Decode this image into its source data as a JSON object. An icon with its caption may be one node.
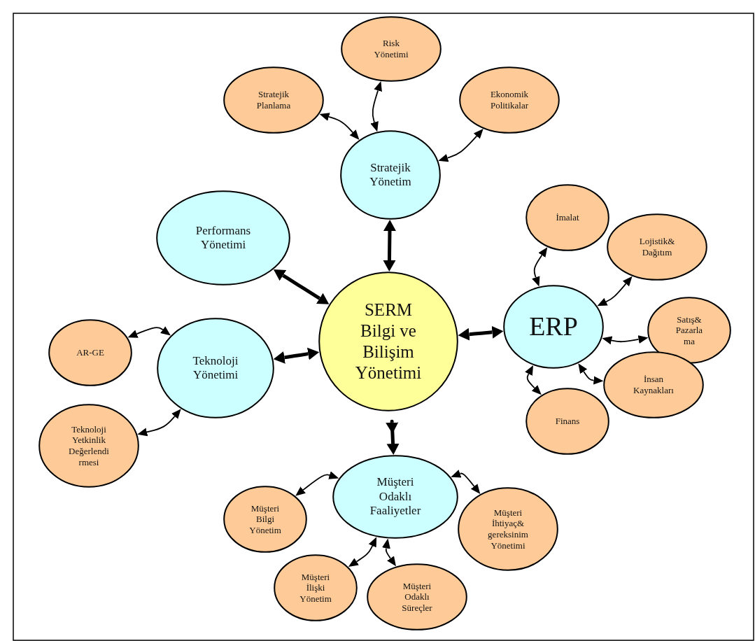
{
  "diagram": {
    "nodes": [
      {
        "text": [
          "SERM Bilgi ve Bilişim Yönetimi"
        ]
      },
      {
        "text": [
          "Stratejik Yönetim"
        ]
      },
      {
        "text": [
          "Stratejik Planlama"
        ]
      },
      {
        "text": [
          "Risk Yönetimi"
        ]
      },
      {
        "text": [
          "Ekonomik Politikalar"
        ]
      },
      {
        "text": [
          "Performans Yönetimi"
        ]
      },
      {
        "text": [
          "ERP"
        ]
      },
      {
        "text": [
          "İmalat"
        ]
      },
      {
        "text": [
          "Lojistik& Dağıtım"
        ]
      },
      {
        "text": [
          "Satış& Pazarla ma"
        ]
      },
      {
        "text": [
          "İnsan Kaynakları"
        ]
      },
      {
        "text": [
          "Finans"
        ]
      },
      {
        "text": [
          "AR-GE"
        ]
      },
      {
        "text": [
          "Teknoloji Yönetimi"
        ]
      },
      {
        "text": [
          "Teknoloji Yetkinlik Değerlendi rmesi"
        ]
      },
      {
        "text": [
          "Müşteri Odaklı Faaliyetler"
        ]
      },
      {
        "text": [
          "Müşteri Bilgi Yönetim"
        ]
      },
      {
        "text": [
          "Müşteri İhtiyaç& gereksinim Yönetimi"
        ]
      },
      {
        "text": [
          "Müşteri İlişki Yönetim"
        ]
      },
      {
        "text": [
          "Müşteri Odaklı Süreçler"
        ]
      }
    ],
    "edges": [
      {
        "from": 0,
        "to": 1,
        "arrow": "both",
        "style": "thick"
      },
      {
        "from": 0,
        "to": 5,
        "arrow": "both",
        "style": "thick"
      },
      {
        "from": 0,
        "to": 6,
        "arrow": "both",
        "style": "thick"
      },
      {
        "from": 0,
        "to": 13,
        "arrow": "both",
        "style": "thick"
      },
      {
        "from": 0,
        "to": 15,
        "arrow": "both",
        "style": "thick"
      },
      {
        "from": 1,
        "to": 2,
        "arrow": "both"
      },
      {
        "from": 1,
        "to": 3,
        "arrow": "both"
      },
      {
        "from": 1,
        "to": 4,
        "arrow": "both"
      },
      {
        "from": 6,
        "to": 7,
        "arrow": "both"
      },
      {
        "from": 6,
        "to": 8,
        "arrow": "both"
      },
      {
        "from": 6,
        "to": 9,
        "arrow": "both"
      },
      {
        "from": 6,
        "to": 10,
        "arrow": "both"
      },
      {
        "from": 6,
        "to": 11,
        "arrow": "both"
      },
      {
        "from": 13,
        "to": 12,
        "arrow": "both"
      },
      {
        "from": 13,
        "to": 14,
        "arrow": "both"
      },
      {
        "from": 15,
        "to": 16,
        "arrow": "both"
      },
      {
        "from": 15,
        "to": 17,
        "arrow": "both"
      },
      {
        "from": 15,
        "to": 18,
        "arrow": "both"
      },
      {
        "from": 15,
        "to": 19,
        "arrow": "both"
      }
    ]
  }
}
